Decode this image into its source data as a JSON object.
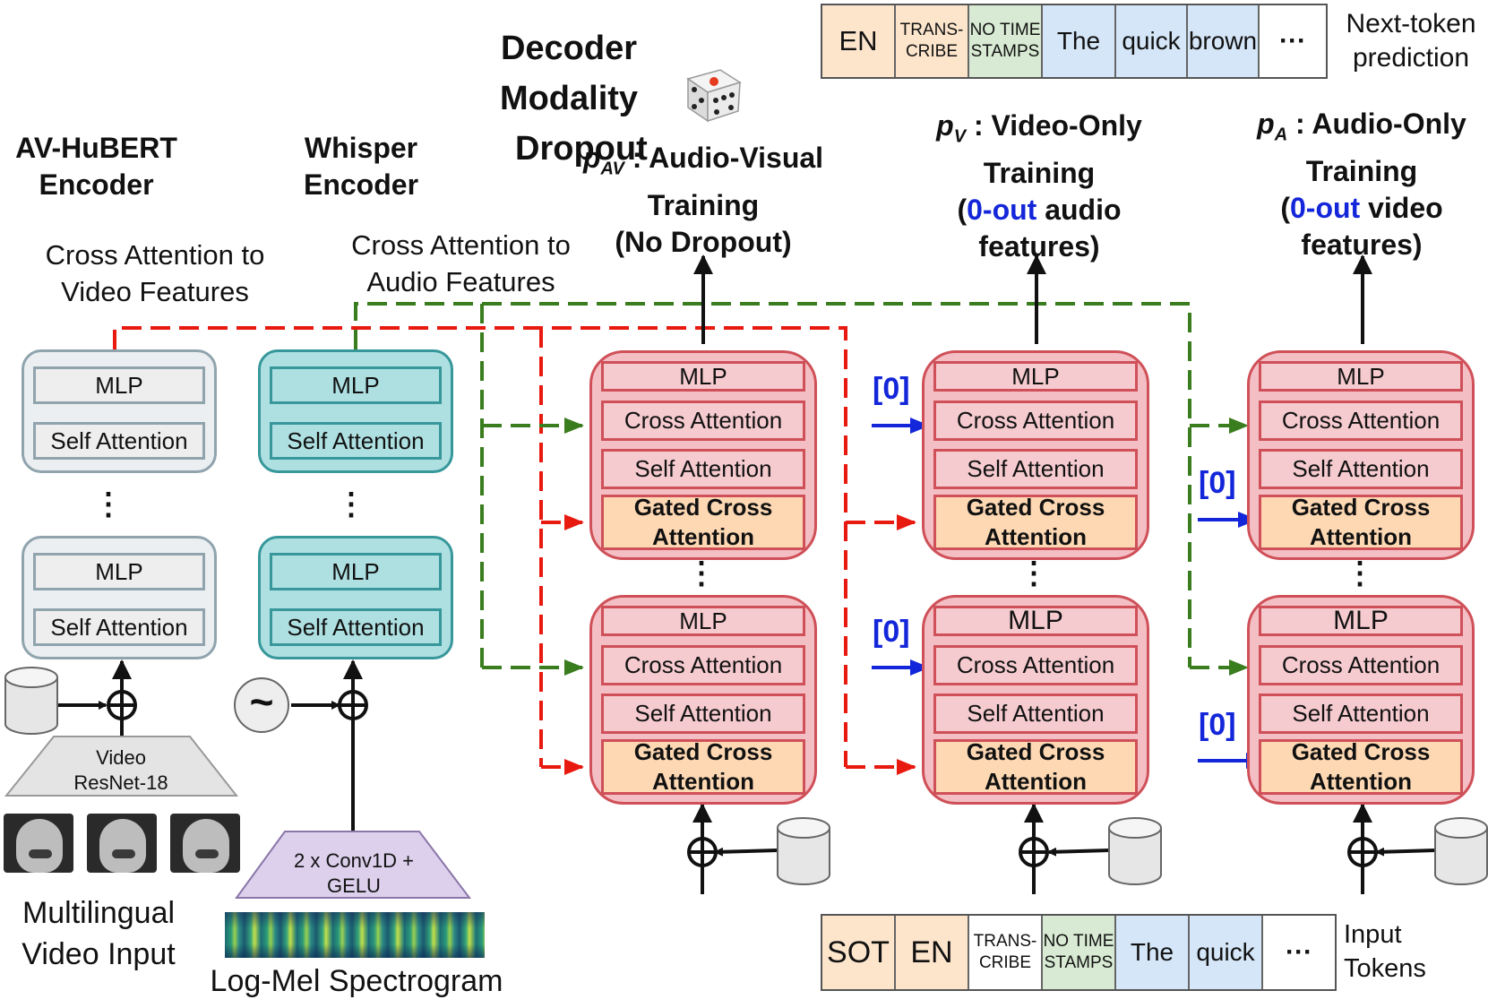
{
  "title": {
    "line1": "Decoder Modality",
    "line2": "Dropout"
  },
  "next_token": {
    "tokens": [
      "EN",
      "TRANS-\nCRIBE",
      "NO TIME\nSTAMPS",
      "The",
      "quick",
      "brown",
      "···"
    ],
    "label": "Next-token\nprediction"
  },
  "input_tokens": {
    "tokens": [
      "SOT",
      "EN",
      "TRANS-\nCRIBE",
      "NO TIME\nSTAMPS",
      "The",
      "quick",
      "···"
    ],
    "label": "Input\nTokens"
  },
  "encoders": {
    "av_hubert": {
      "title": "AV-HuBERT\nEncoder",
      "cross_label": "Cross Attention to\nVideo Features"
    },
    "whisper": {
      "title": "Whisper\nEncoder",
      "cross_label": "Cross Attention to\nAudio Features"
    },
    "mlp": "MLP",
    "self_attention": "Self Attention",
    "video_frontend": "Video\nResNet-18",
    "audio_frontend": "2 x Conv1D +\nGELU",
    "video_input": "Multilingual\nVideo Input",
    "audio_input": "Log-Mel Spectrogram",
    "tilde": "~",
    "vdots": "⋮"
  },
  "modes": {
    "av": {
      "p": "p",
      "sub": "AV",
      "rest": " : Audio-Visual",
      "line2": "Training",
      "line3": "(No Dropout)"
    },
    "v": {
      "p": "p",
      "sub": "V",
      "rest": " : Video-Only",
      "line2": "Training",
      "line3_a": "(",
      "line3_b": "0-out",
      "line3_c": " audio",
      "line4": "features)"
    },
    "a": {
      "p": "p",
      "sub": "A",
      "rest": " : Audio-Only",
      "line2": "Training",
      "line3_a": "(",
      "line3_b": "0-out",
      "line3_c": " video",
      "line4": "features)"
    }
  },
  "decoder_block": {
    "mlp": "MLP",
    "cross_attention": "Cross Attention",
    "self_attention": "Self Attention",
    "gated_cross_attention": "Gated Cross\nAttention",
    "zero": "[0]",
    "vdots": "⋮"
  },
  "colors": {
    "video_path": "#e8190f",
    "audio_path": "#3a7d1e",
    "zero_input": "#1326d9",
    "decoder_fill": "#f4bfc4",
    "gated_fill": "#fdd8b3"
  }
}
